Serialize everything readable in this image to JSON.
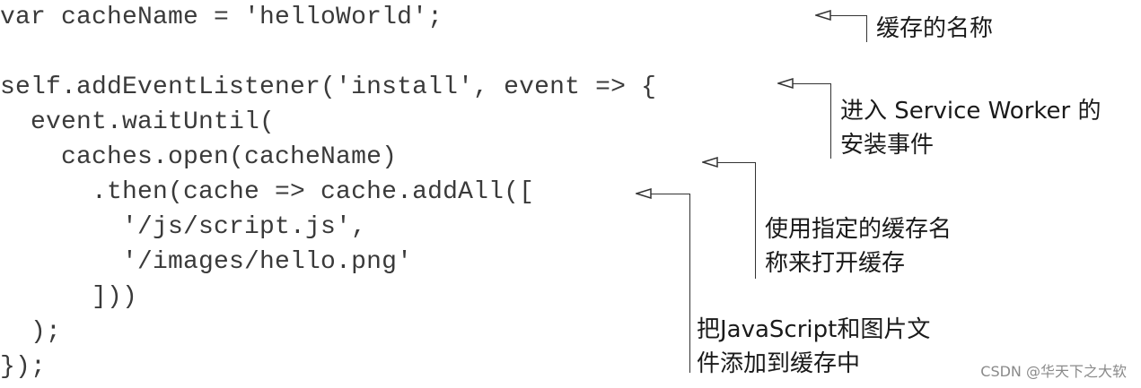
{
  "code": {
    "lines": [
      "var cacheName = 'helloWorld';",
      "",
      "self.addEventListener('install', event => {",
      "  event.waitUntil(",
      "    caches.open(cacheName)",
      "      .then(cache => cache.addAll([",
      "        '/js/script.js',",
      "        '/images/hello.png'",
      "      ]))",
      "  );",
      "});"
    ]
  },
  "annotations": {
    "cache_name": {
      "lines": [
        "缓存的名称"
      ]
    },
    "install_event": {
      "lines": [
        "进入 Service Worker 的",
        "安装事件"
      ]
    },
    "open_cache": {
      "lines": [
        "使用指定的缓存名",
        "称来打开缓存"
      ]
    },
    "add_files": {
      "lines": [
        "把JavaScript和图片文",
        "件添加到缓存中"
      ]
    }
  },
  "watermark": "CSDN @华天下之大软"
}
